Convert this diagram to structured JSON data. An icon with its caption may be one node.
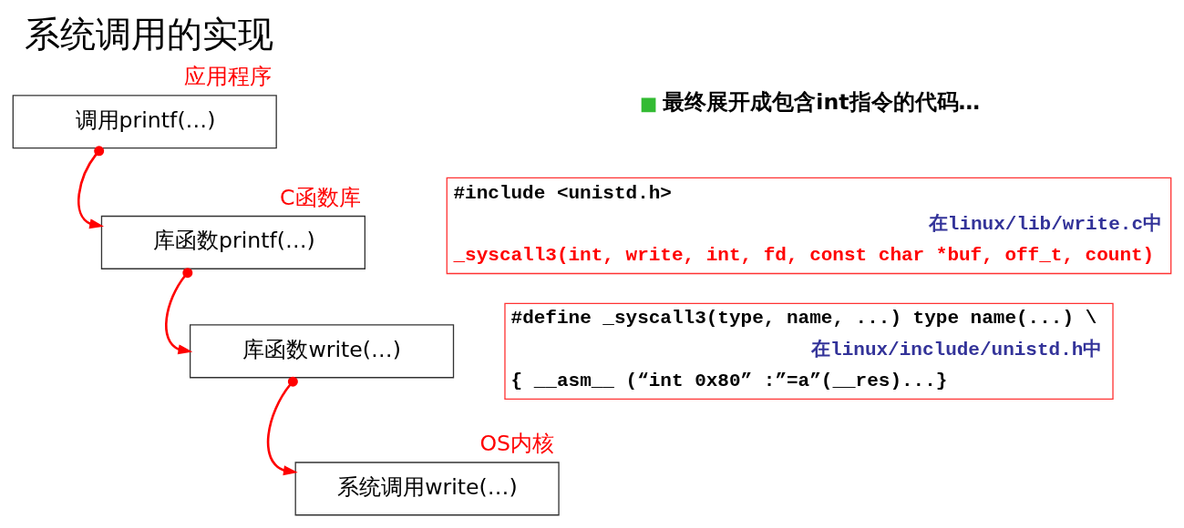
{
  "diagram": {
    "title": "系统调用的实现",
    "nodes": [
      {
        "text": [
          "调用printf(…)"
        ],
        "beside": [
          "应用程序"
        ]
      },
      {
        "text": [
          "库函数printf(…)"
        ],
        "beside": [
          "C函数库"
        ]
      },
      {
        "text": [
          "库函数write(…)"
        ]
      },
      {
        "text": [
          "系统调用write(…)"
        ],
        "beside": [
          "OS内核"
        ]
      },
      {
        "text": [
          "#include <unistd.h>",
          "在linux/lib/write.c中",
          "_syscall3(int, write, int, fd, const char *buf, off_t, count)"
        ]
      },
      {
        "text": [
          "#define _syscall3(type, name, ...) type name(...) \\",
          "在linux/include/unistd.h中",
          "{ __asm__ (“int 0x80” :”=a”(__res)...}"
        ]
      }
    ],
    "edges": [
      {
        "from": 0,
        "to": 1,
        "arrow": "to"
      },
      {
        "from": 1,
        "to": 2,
        "arrow": "to"
      },
      {
        "from": 2,
        "to": 3,
        "arrow": "to"
      }
    ],
    "labels": [
      "最终展开成包含int指令的代码…"
    ]
  }
}
